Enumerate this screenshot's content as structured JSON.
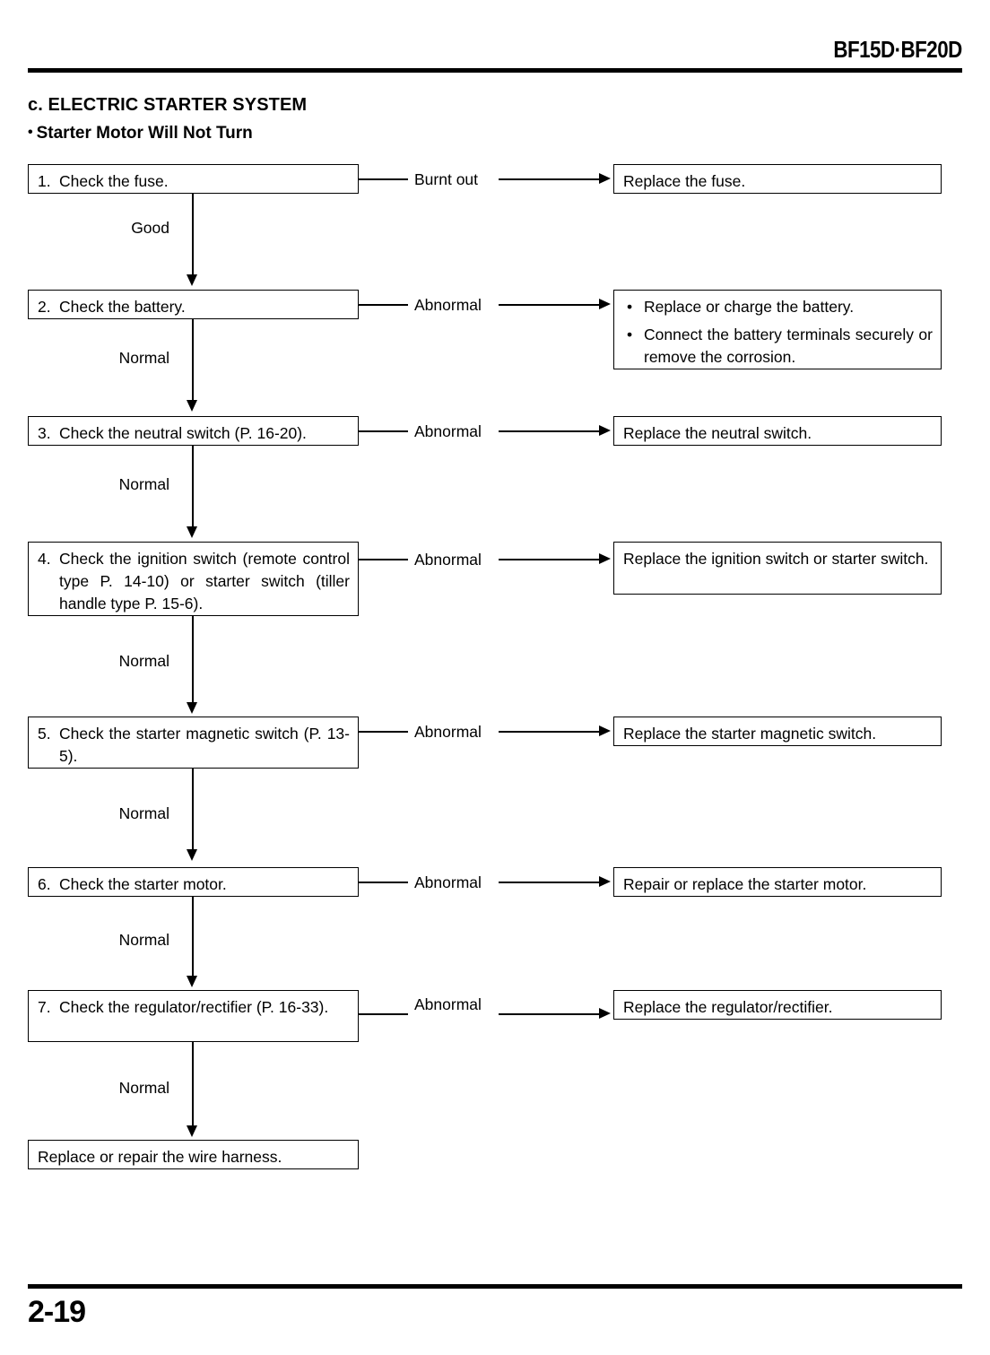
{
  "header": {
    "model_title": "BF15D·BF20D"
  },
  "footer": {
    "page_number": "2-19"
  },
  "section": {
    "title": "c. ELECTRIC STARTER SYSTEM",
    "bullet": "•",
    "subtitle": "Starter Motor Will Not Turn"
  },
  "flow": {
    "steps": [
      {
        "num": "1.",
        "text": "Check the fuse.",
        "branch_label": "Burnt out",
        "pass_label": "Good",
        "result": "Replace the fuse."
      },
      {
        "num": "2.",
        "text": "Check the battery.",
        "branch_label": "Abnormal",
        "pass_label": "Normal",
        "result_bullets": [
          "Replace or charge the battery.",
          "Connect the battery terminals securely or remove the corrosion."
        ],
        "bullet_mark": "•"
      },
      {
        "num": "3.",
        "text": "Check the neutral switch (P. 16-20).",
        "branch_label": "Abnormal",
        "pass_label": "Normal",
        "result": "Replace the neutral switch."
      },
      {
        "num": "4.",
        "text": "Check the ignition switch (remote control type P. 14-10) or starter switch (tiller handle type P. 15-6).",
        "branch_label": "Abnormal",
        "pass_label": "Normal",
        "result": "Replace the ignition switch or starter switch."
      },
      {
        "num": "5.",
        "text": "Check the starter magnetic switch (P. 13-5).",
        "branch_label": "Abnormal",
        "pass_label": "Normal",
        "result": "Replace the starter magnetic switch."
      },
      {
        "num": "6.",
        "text": "Check the starter motor.",
        "branch_label": "Abnormal",
        "pass_label": "Normal",
        "result": "Repair or replace the starter motor."
      },
      {
        "num": "7.",
        "text": "Check the regulator/rectifier (P. 16-33).",
        "branch_label": "Abnormal",
        "pass_label": "Normal",
        "result": "Replace the regulator/rectifier."
      }
    ],
    "final": {
      "text": "Replace or repair the wire harness."
    }
  }
}
